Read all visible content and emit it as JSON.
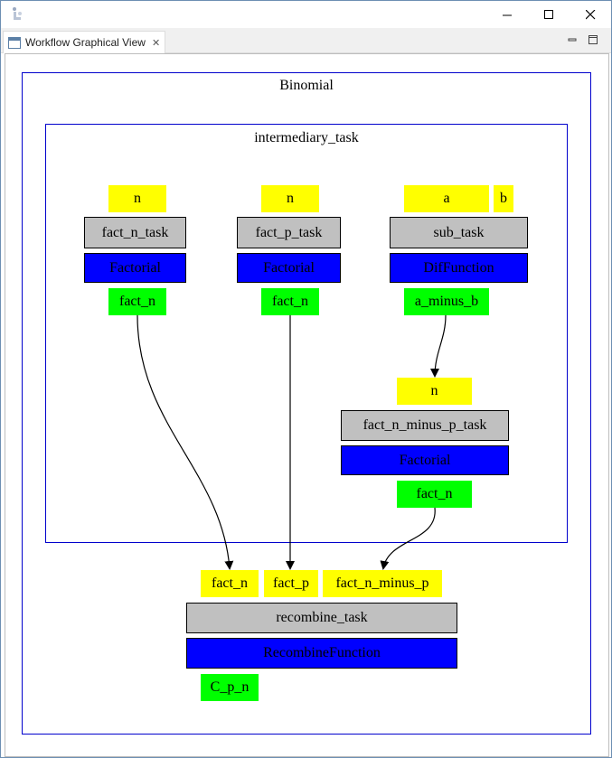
{
  "window": {
    "view_tab_label": "Workflow Graphical View",
    "icons": [
      "app-icon",
      "view-icon",
      "close-icon",
      "minimize-icon",
      "maximize-icon",
      "window-close-icon"
    ]
  },
  "graph": {
    "outer_cluster": "Binomial",
    "inner_cluster": "intermediary_task",
    "fact_n_task": {
      "input": "n",
      "name": "fact_n_task",
      "function": "Factorial",
      "output": "fact_n"
    },
    "fact_p_task": {
      "input": "n",
      "name": "fact_p_task",
      "function": "Factorial",
      "output": "fact_n"
    },
    "sub_task": {
      "input_a": "a",
      "input_b": "b",
      "name": "sub_task",
      "function": "DifFunction",
      "output": "a_minus_b"
    },
    "fact_n_minus_p_task": {
      "input": "n",
      "name": "fact_n_minus_p_task",
      "function": "Factorial",
      "output": "fact_n"
    },
    "recombine_task": {
      "input_1": "fact_n",
      "input_2": "fact_p",
      "input_3": "fact_n_minus_p",
      "name": "recombine_task",
      "function": "RecombineFunction",
      "output": "C_p_n"
    }
  },
  "colors": {
    "input": "#ffff00",
    "output": "#00ff00",
    "task": "#c0c0c0",
    "function": "#0000ff",
    "cluster_border": "#0000cc"
  }
}
